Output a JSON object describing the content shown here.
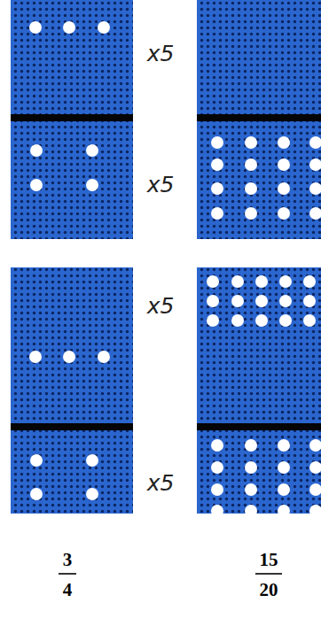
{
  "diagram": {
    "labels": [
      "x5",
      "x5",
      "3",
      "15",
      "x5",
      "x5",
      "4",
      "20"
    ]
  }
}
